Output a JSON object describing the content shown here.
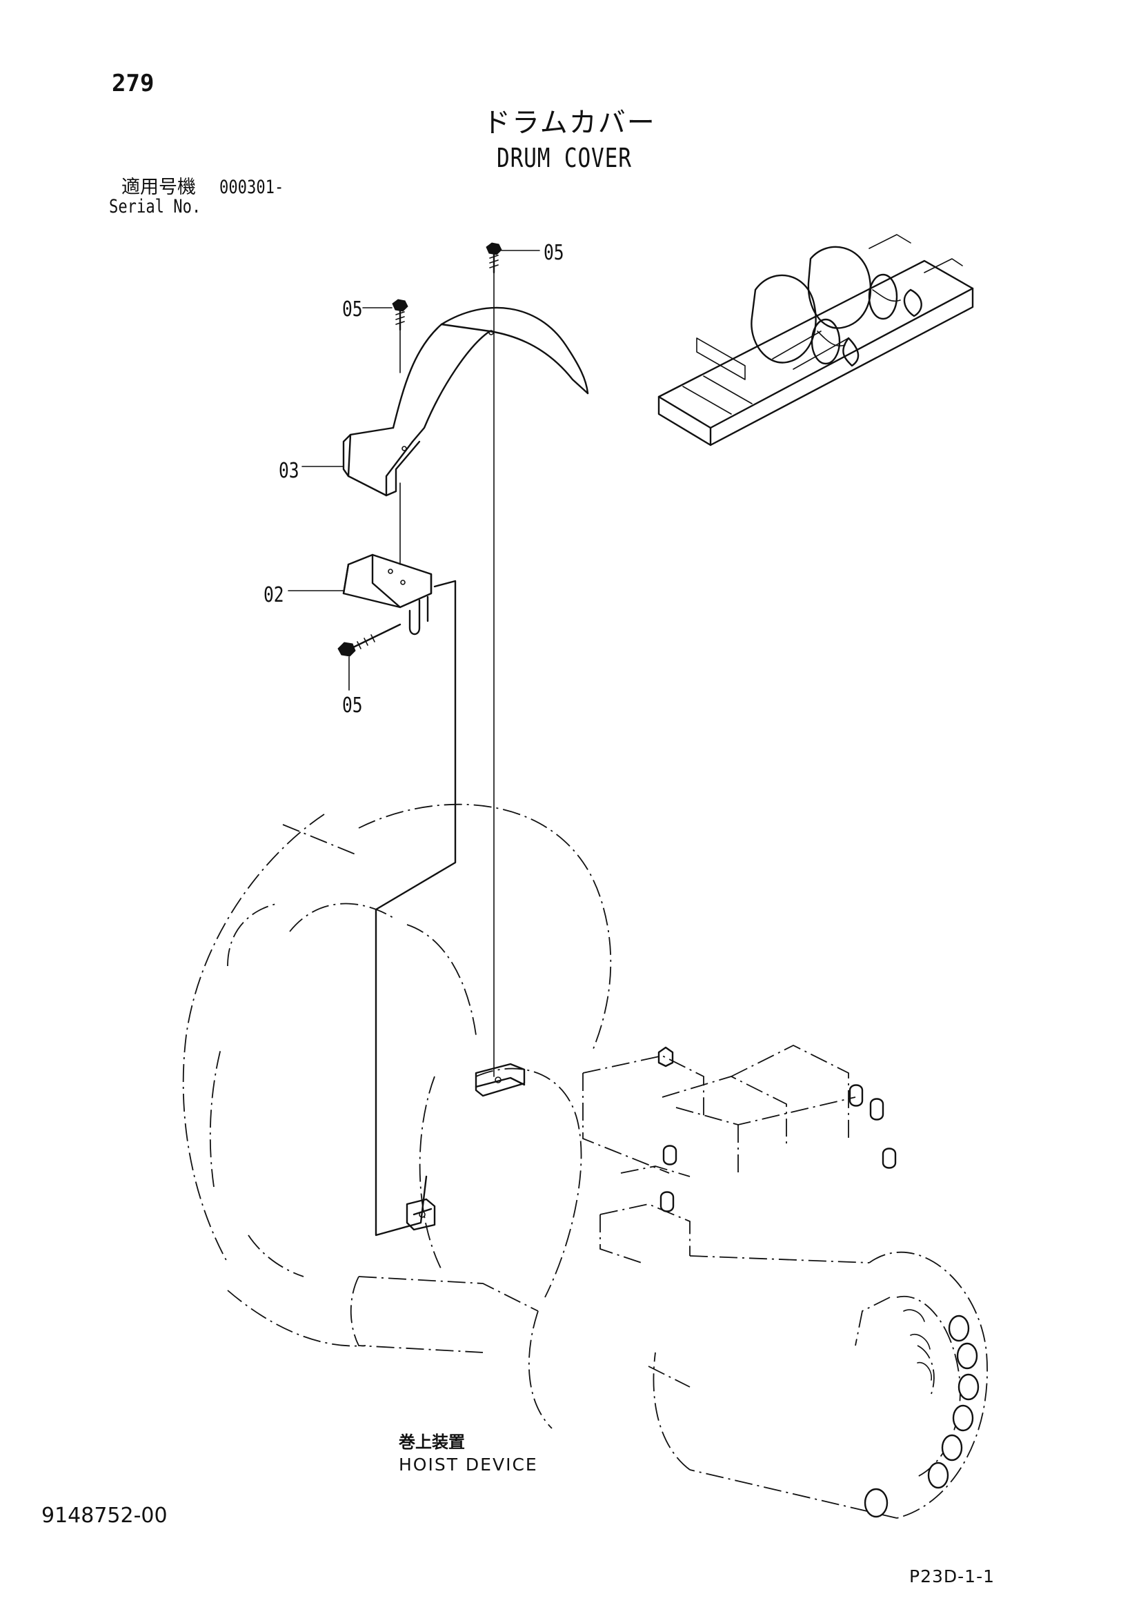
{
  "page_number": "279",
  "title": {
    "japanese": "ドラムカバー",
    "english": "DRUM COVER"
  },
  "serial": {
    "label_japanese": "適用号機",
    "label_english": "Serial No.",
    "range": "000301-"
  },
  "callouts": [
    {
      "id": "callout-05-top",
      "label": "05"
    },
    {
      "id": "callout-05-upper-left",
      "label": "05"
    },
    {
      "id": "callout-03",
      "label": "03"
    },
    {
      "id": "callout-02",
      "label": "02"
    },
    {
      "id": "callout-05-lower",
      "label": "05"
    }
  ],
  "device": {
    "japanese": "巻上装置",
    "english": "HOIST DEVICE"
  },
  "document_number": "9148752-00",
  "page_code": "P23D-1-1"
}
